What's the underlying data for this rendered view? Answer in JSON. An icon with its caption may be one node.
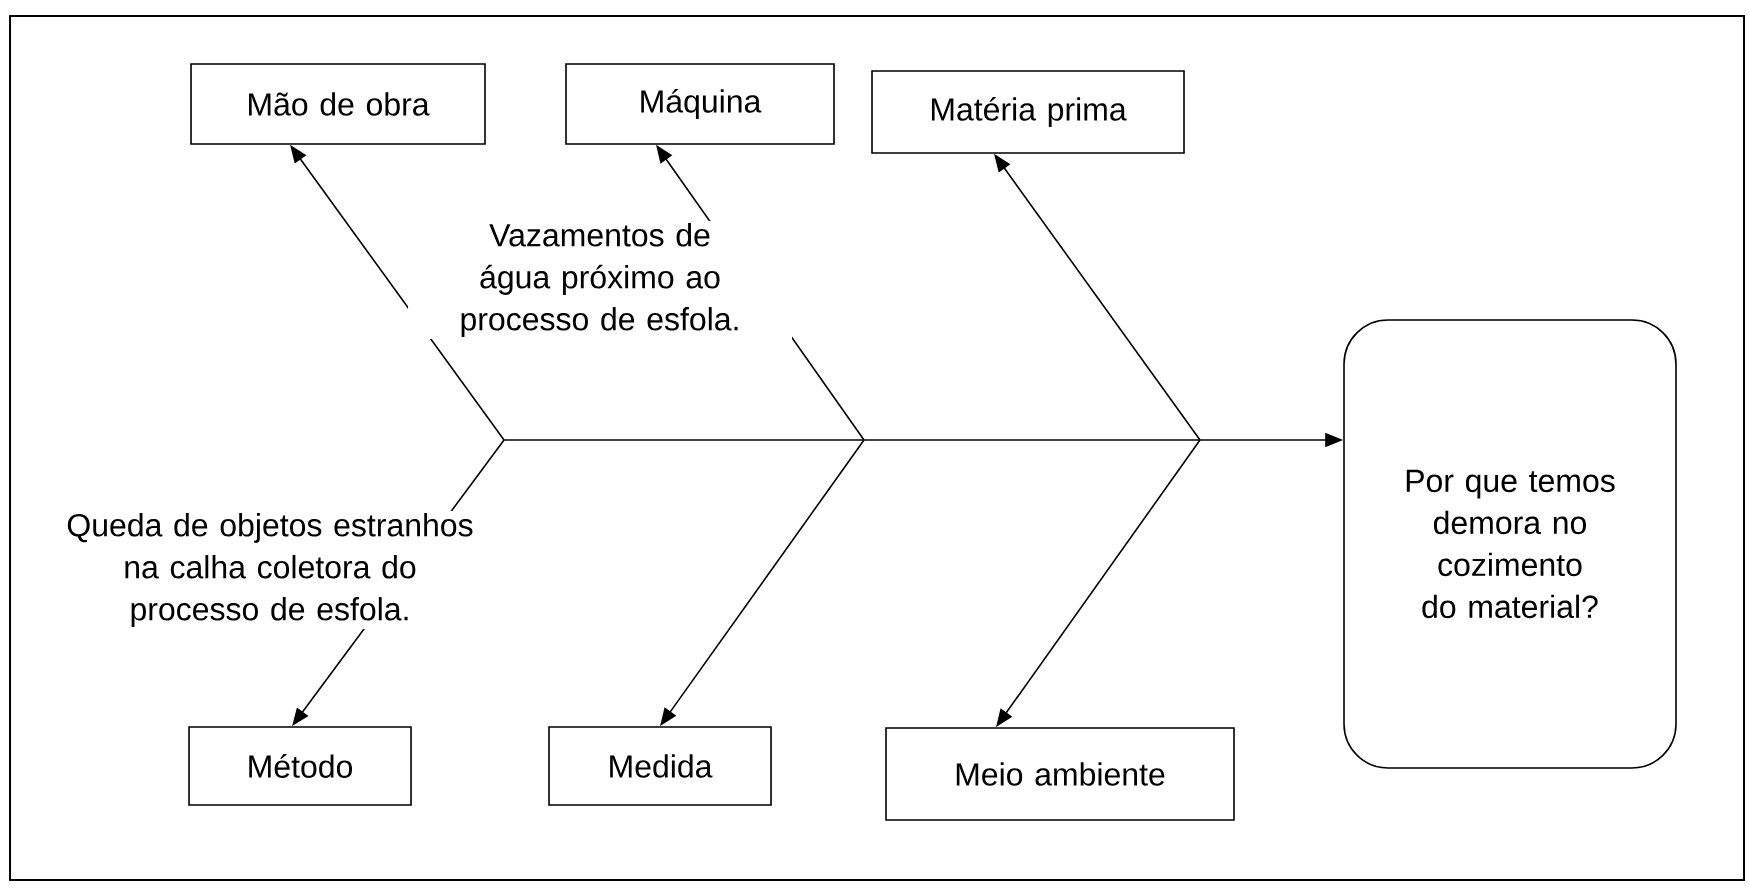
{
  "diagram": {
    "nodes": [
      {
        "text": [
          "Mão de obra"
        ]
      },
      {
        "text": [
          "Máquina"
        ]
      },
      {
        "text": [
          "Matéria prima"
        ]
      },
      {
        "text": [
          "Método"
        ]
      },
      {
        "text": [
          "Medida"
        ]
      },
      {
        "text": [
          "Meio ambiente"
        ]
      },
      {
        "text": [
          "Por que temos demora no cozimento do material?"
        ]
      }
    ],
    "edges": [
      {
        "from": null,
        "to": 0,
        "arrow": "to"
      },
      {
        "from": null,
        "to": 1,
        "arrow": "to"
      },
      {
        "from": null,
        "to": 2,
        "arrow": "to"
      },
      {
        "from": null,
        "to": 3,
        "arrow": "to"
      },
      {
        "from": null,
        "to": 4,
        "arrow": "to"
      },
      {
        "from": null,
        "to": 5,
        "arrow": "to"
      },
      {
        "from": null,
        "to": 6,
        "arrow": "to"
      }
    ],
    "labels": [
      "Vazamentos de água próximo ao processo de esfola.",
      "Queda de objetos estranhos na calha coletora do processo de esfola."
    ]
  }
}
